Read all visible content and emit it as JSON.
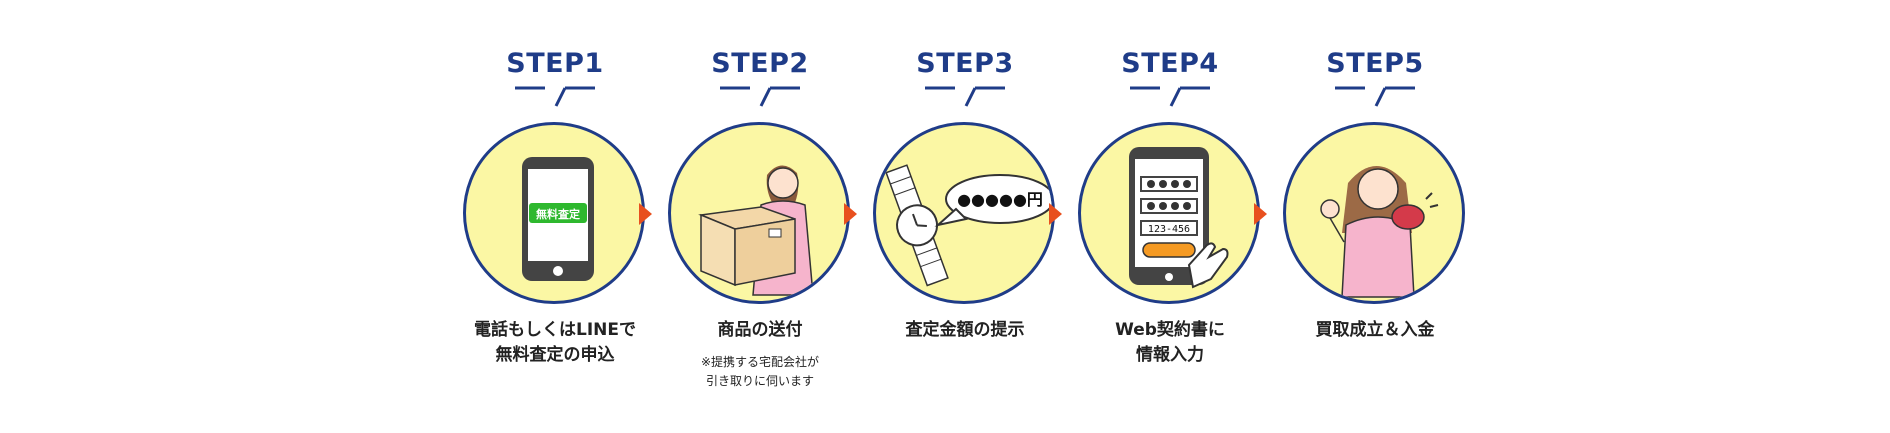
{
  "colors": {
    "accent": "#1f3c88",
    "arrow": "#e8501e",
    "circle_fill": "#fbf7a4"
  },
  "steps": [
    {
      "label": "STEP1",
      "caption": [
        "電話もしくはLINEで",
        "無料査定の申込"
      ],
      "icon": "smartphone-icon",
      "badge": "無料査定"
    },
    {
      "label": "STEP2",
      "caption": [
        "商品の送付"
      ],
      "note": [
        "※提携する宅配会社が",
        "引き取りに伺います"
      ],
      "icon": "delivery-box-icon"
    },
    {
      "label": "STEP3",
      "caption": [
        "査定金額の提示"
      ],
      "icon": "watch-price-icon",
      "bubble": "●●●●●円"
    },
    {
      "label": "STEP4",
      "caption": [
        "Web契約書に",
        "情報入力"
      ],
      "icon": "web-form-icon",
      "form_value": "123-456"
    },
    {
      "label": "STEP5",
      "caption": [
        "買取成立＆入金"
      ],
      "icon": "payment-received-icon"
    }
  ]
}
